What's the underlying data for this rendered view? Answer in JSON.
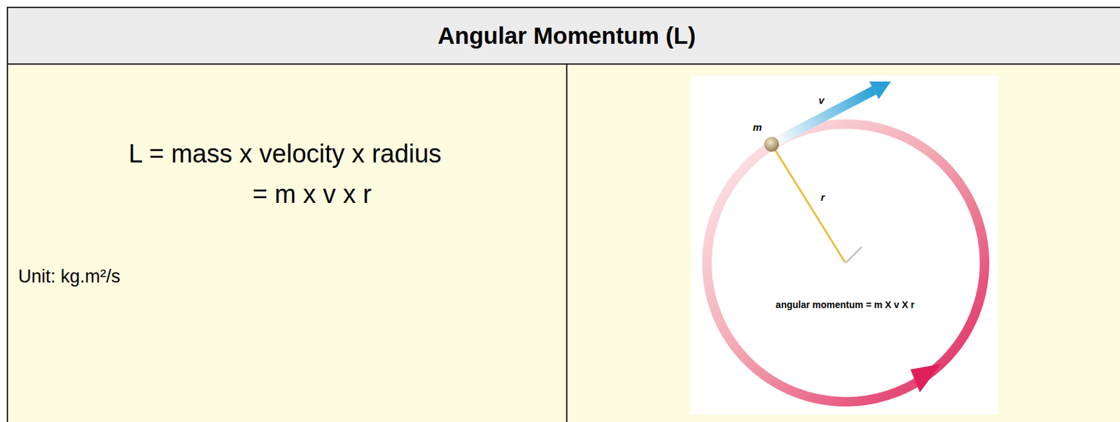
{
  "diagram": {
    "title": "Angular Momentum (L)",
    "labels": [
      "L = mass x velocity x radius",
      "= m x v x r",
      "Unit: kg.m²/s",
      "m",
      "v",
      "r",
      "angular momentum = m X v X r"
    ]
  }
}
